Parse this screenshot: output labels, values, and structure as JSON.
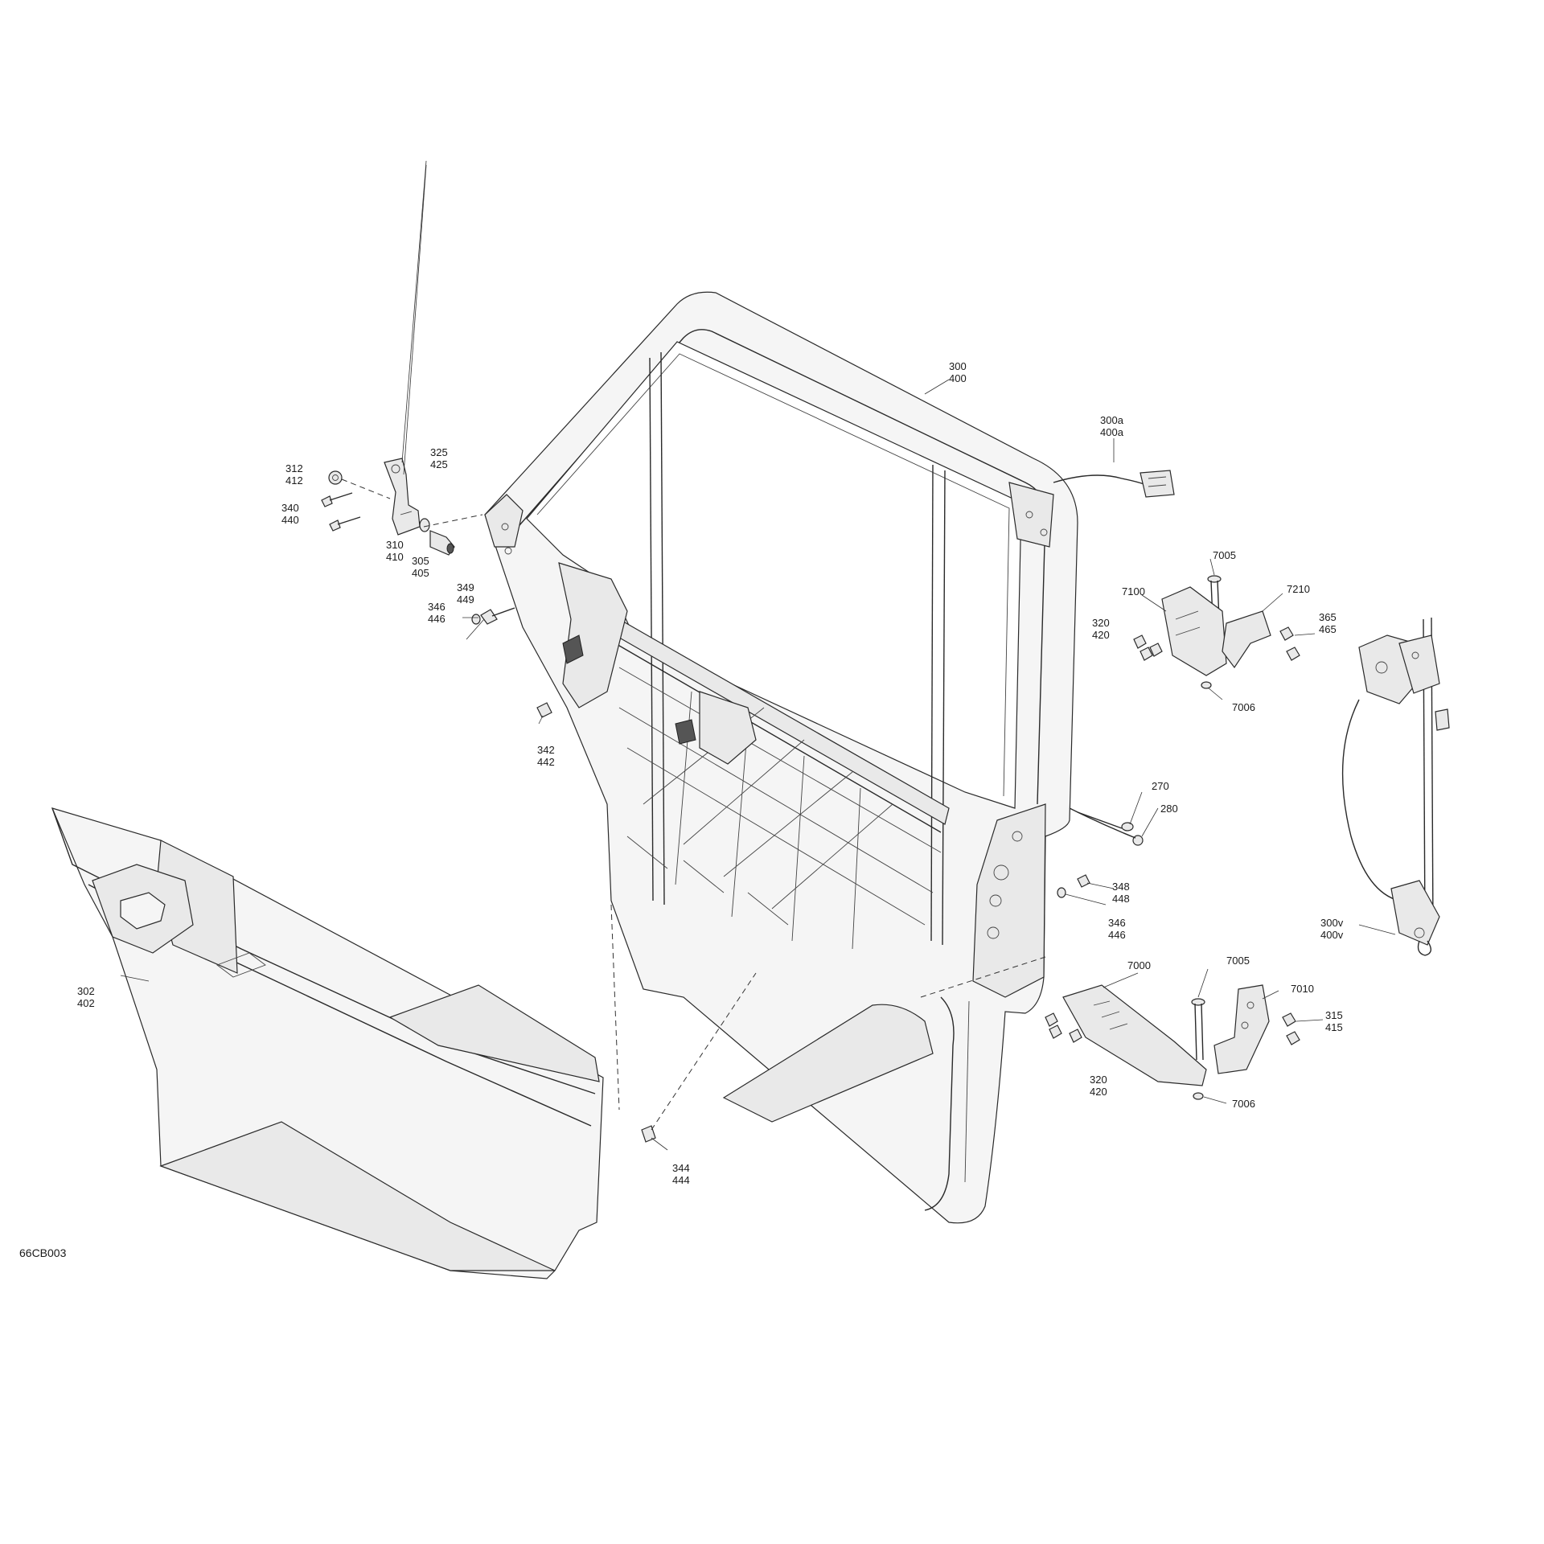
{
  "figure_code": "66CB003",
  "callouts": [
    {
      "id": "door-frame",
      "lines": [
        "300",
        "400"
      ]
    },
    {
      "id": "wire-harness",
      "lines": [
        "300a",
        "400a"
      ]
    },
    {
      "id": "hinge-link",
      "lines": [
        "325",
        "425"
      ]
    },
    {
      "id": "nut-upper",
      "lines": [
        "312",
        "412"
      ]
    },
    {
      "id": "screw-upper",
      "lines": [
        "340",
        "440"
      ]
    },
    {
      "id": "washer-upper",
      "lines": [
        "310",
        "410"
      ]
    },
    {
      "id": "pin-upper",
      "lines": [
        "305",
        "405"
      ]
    },
    {
      "id": "screw-349",
      "lines": [
        "349",
        "449"
      ]
    },
    {
      "id": "washer-346-left",
      "lines": [
        "346",
        "446"
      ]
    },
    {
      "id": "clip-342",
      "lines": [
        "342",
        "442"
      ]
    },
    {
      "id": "pin-7005-upper",
      "lines": [
        "7005"
      ]
    },
    {
      "id": "bracket-7100",
      "lines": [
        "7100"
      ]
    },
    {
      "id": "plate-7210",
      "lines": [
        "7210"
      ]
    },
    {
      "id": "screw-320-upper",
      "lines": [
        "320",
        "420"
      ]
    },
    {
      "id": "screw-365",
      "lines": [
        "365",
        "465"
      ]
    },
    {
      "id": "clip-7006-upper",
      "lines": [
        "7006"
      ]
    },
    {
      "id": "washer-270",
      "lines": [
        "270"
      ]
    },
    {
      "id": "cable-280",
      "lines": [
        "280"
      ]
    },
    {
      "id": "screw-348",
      "lines": [
        "348",
        "448"
      ]
    },
    {
      "id": "washer-346-right",
      "lines": [
        "346",
        "446"
      ]
    },
    {
      "id": "regulator-300v",
      "lines": [
        "300v",
        "400v"
      ]
    },
    {
      "id": "door-panel",
      "lines": [
        "302",
        "402"
      ]
    },
    {
      "id": "bracket-7000",
      "lines": [
        "7000"
      ]
    },
    {
      "id": "pin-7005-lower",
      "lines": [
        "7005"
      ]
    },
    {
      "id": "plate-7010",
      "lines": [
        "7010"
      ]
    },
    {
      "id": "screw-315",
      "lines": [
        "315",
        "415"
      ]
    },
    {
      "id": "screw-320-lower",
      "lines": [
        "320",
        "420"
      ]
    },
    {
      "id": "clip-7006-lower",
      "lines": [
        "7006"
      ]
    },
    {
      "id": "clip-344",
      "lines": [
        "344",
        "444"
      ]
    }
  ]
}
